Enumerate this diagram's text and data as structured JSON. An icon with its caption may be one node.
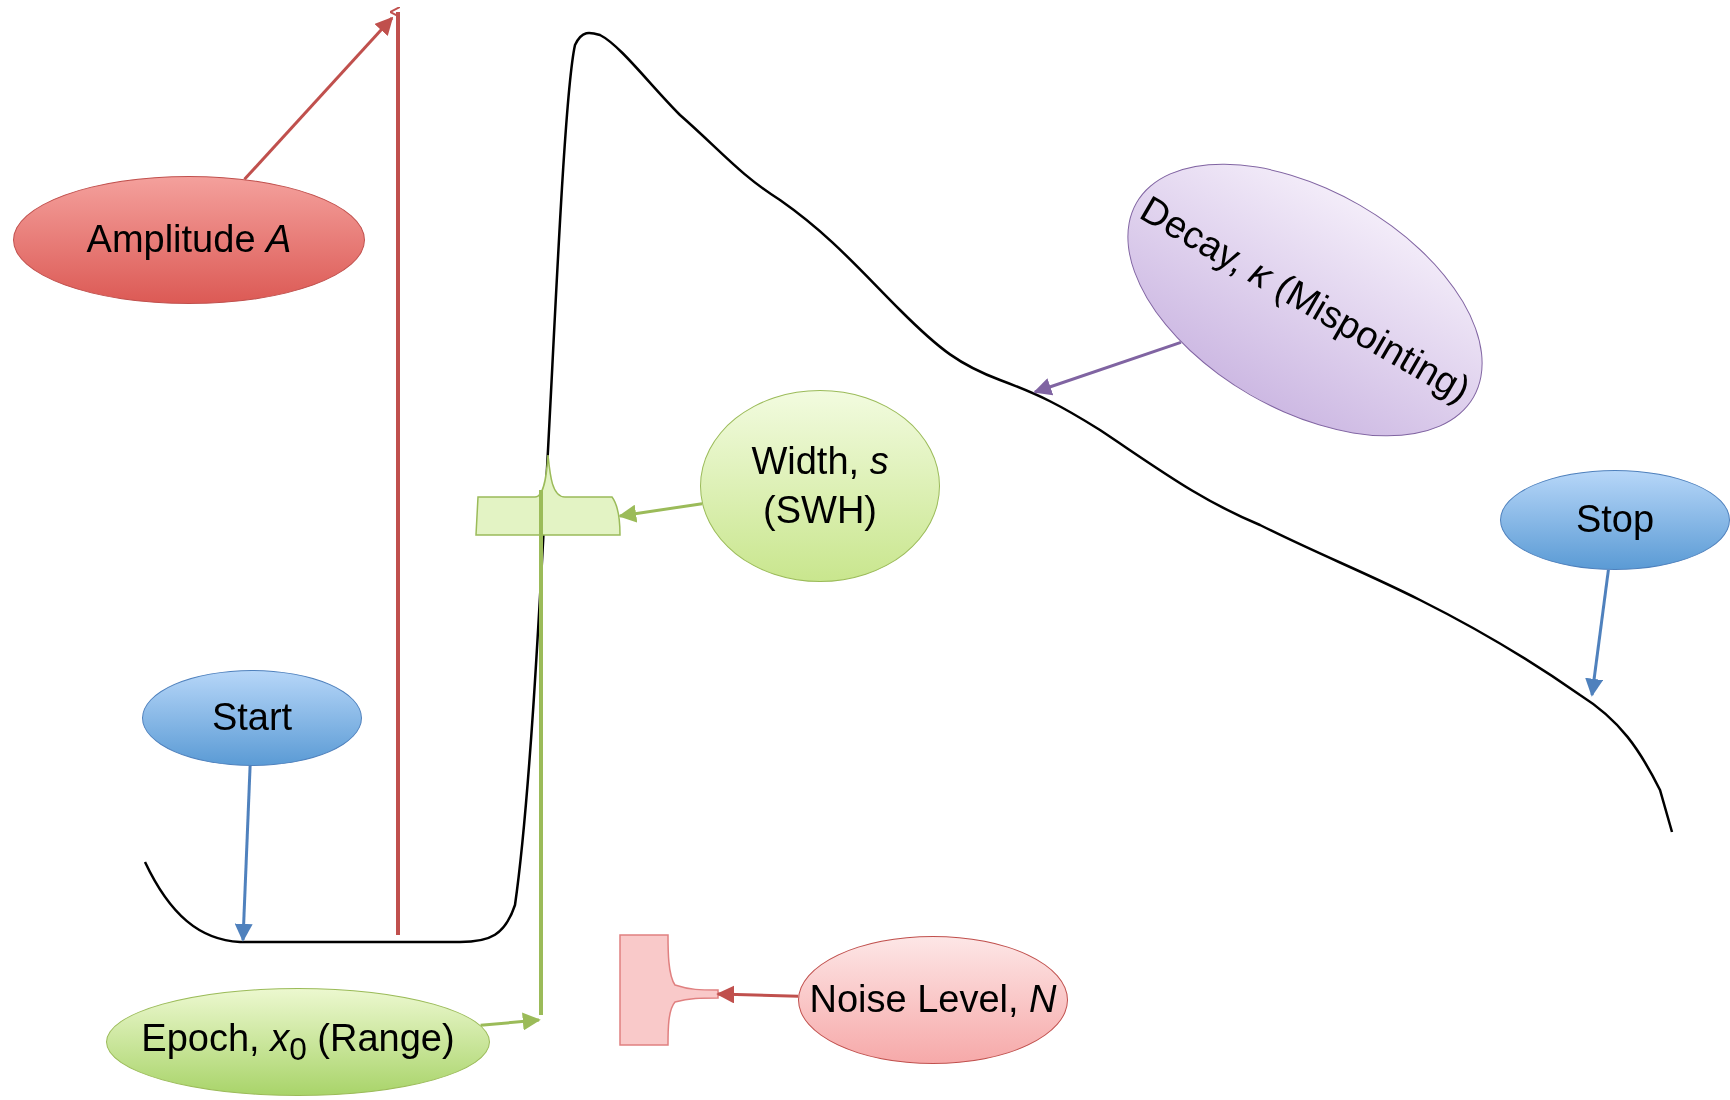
{
  "diagram": {
    "nodes": [
      {
        "text": [
          "Amplitude *A*"
        ]
      },
      {
        "text": [
          "Width, *s* (SWH)"
        ]
      },
      {
        "text": [
          "Decay, *κ* (Mispointing)"
        ]
      },
      {
        "text": [
          "Stop"
        ]
      },
      {
        "text": [
          "Start"
        ]
      },
      {
        "text": [
          "Epoch, *x*$_{0}$ (Range)"
        ]
      },
      {
        "text": [
          "Noise Level, *N*"
        ]
      },
      {
        "text": [],
        "shape": "bar"
      },
      {
        "text": [],
        "shape": "bar"
      },
      {
        "text": [],
        "shape": "bar"
      }
    ],
    "edges": [
      {
        "from": 0,
        "to": null,
        "arrow": "to",
        "color": "#c0504d"
      },
      {
        "from": 1,
        "to": 7,
        "arrow": "to",
        "color": "#9bbb59"
      },
      {
        "from": 2,
        "to": null,
        "arrow": "to",
        "color": "#8064a2"
      },
      {
        "from": 3,
        "to": null,
        "arrow": "to",
        "color": "#4f81bd"
      },
      {
        "from": 4,
        "to": null,
        "arrow": "to",
        "color": "#4f81bd"
      },
      {
        "from": 5,
        "to": 8,
        "arrow": "to",
        "color": "#9bbb59"
      },
      {
        "from": 6,
        "to": 9,
        "arrow": "to",
        "color": "#c0504d"
      }
    ]
  }
}
